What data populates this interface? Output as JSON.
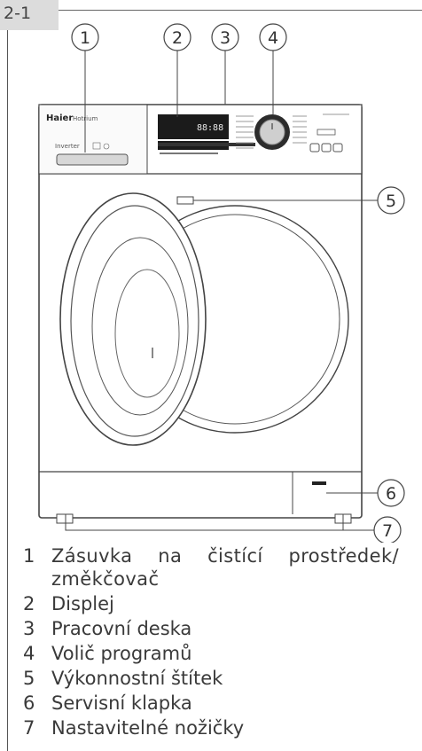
{
  "section_tag": "2-1",
  "figure": {
    "brand": "Haier",
    "model": "Hotrium",
    "inverter_label": "Inverter",
    "display_digits": "88:88",
    "callouts": [
      "1",
      "2",
      "3",
      "4",
      "5",
      "6",
      "7"
    ]
  },
  "legend": [
    {
      "num": "1",
      "text": "Zásuvka na čistící prostředek/ změkčovač"
    },
    {
      "num": "2",
      "text": "Displej"
    },
    {
      "num": "3",
      "text": "Pracovní deska"
    },
    {
      "num": "4",
      "text": "Volič programů"
    },
    {
      "num": "5",
      "text": "Výkonnostní štítek"
    },
    {
      "num": "6",
      "text": "Servisní klapka"
    },
    {
      "num": "7",
      "text": "Nastavitelné nožičky"
    }
  ]
}
